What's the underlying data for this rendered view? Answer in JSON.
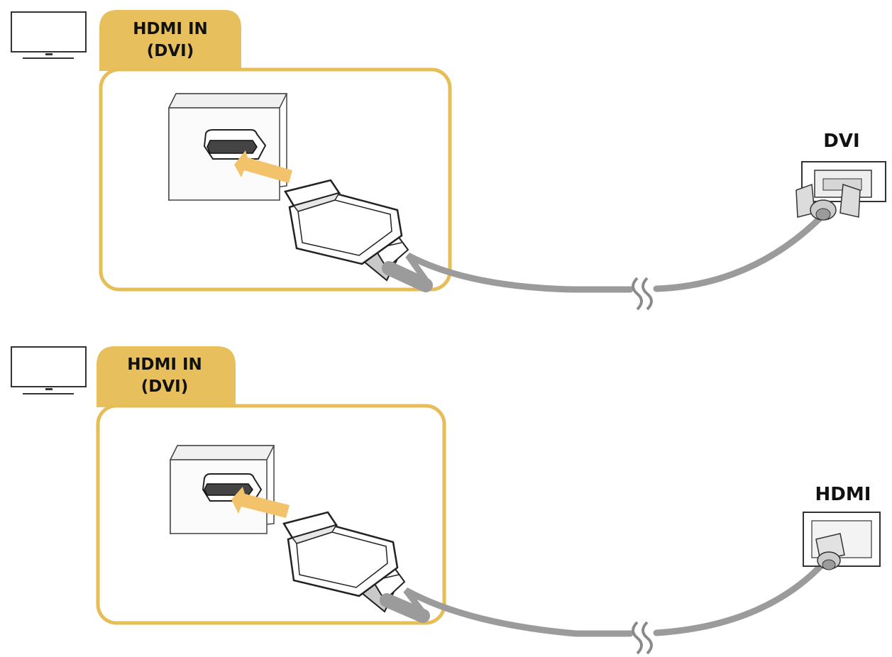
{
  "colors": {
    "accent": "#e6bd57",
    "accent_tab": "#e7bf5c",
    "cable": "#9b9b9b",
    "outline": "#1a1a1a",
    "port_face": "#f4f4f4"
  },
  "icons": [
    "tv-icon",
    "hdmi-port-icon",
    "arrow-icon",
    "hdmi-plug-icon",
    "break-mark-icon",
    "dvi-connector-icon",
    "hdmi-connector-icon"
  ],
  "panels": [
    {
      "port_label_line1": "HDMI IN",
      "port_label_line2": "(DVI)",
      "device_label": "DVI",
      "device_type": "dvi"
    },
    {
      "port_label_line1": "HDMI IN",
      "port_label_line2": "(DVI)",
      "device_label": "HDMI",
      "device_type": "hdmi"
    }
  ]
}
